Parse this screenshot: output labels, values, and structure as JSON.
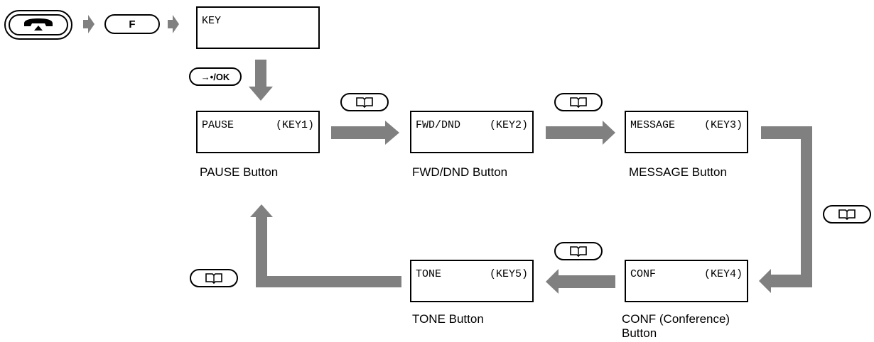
{
  "keys": {
    "f_key": "F",
    "ok_key": "→•/OK"
  },
  "screens": {
    "key": {
      "text": "KEY",
      "key": ""
    },
    "pause": {
      "text": "PAUSE",
      "key": "(KEY1)"
    },
    "fwd": {
      "text": "FWD/DND",
      "key": "(KEY2)"
    },
    "message": {
      "text": "MESSAGE",
      "key": "(KEY3)"
    },
    "conf": {
      "text": "CONF",
      "key": "(KEY4)"
    },
    "tone": {
      "text": "TONE",
      "key": "(KEY5)"
    }
  },
  "captions": {
    "pause": "PAUSE Button",
    "fwd": "FWD/DND Button",
    "message": "MESSAGE Button",
    "conf_line1": "CONF (Conference)",
    "conf_line2": "Button",
    "tone": "TONE Button"
  },
  "icons": {
    "off_hook": "handset-icon",
    "directory": "open-book-icon"
  },
  "colors": {
    "arrow": "#808080",
    "outline": "#000000"
  }
}
